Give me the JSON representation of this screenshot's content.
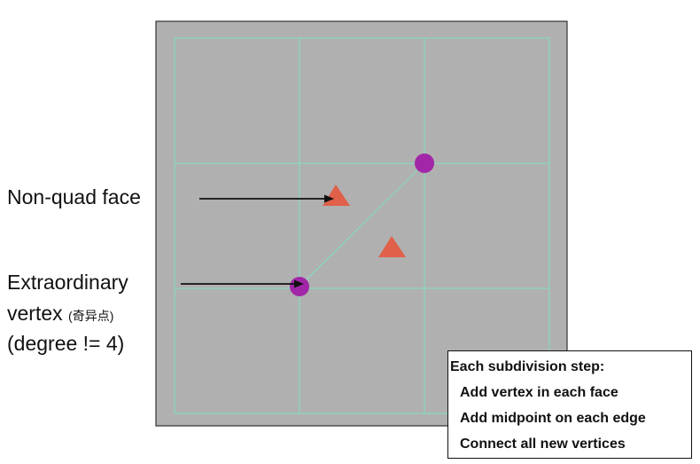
{
  "labels": {
    "non_quad_face": "Non-quad face",
    "extraordinary_line1": "Extraordinary",
    "extraordinary_line2": "vertex ",
    "extraordinary_chinese": "(奇异点)",
    "extraordinary_line3": "(degree != 4)"
  },
  "info_box": {
    "title": "Each subdivision step:",
    "steps": [
      "Add vertex in each face",
      "Add midpoint on each edge",
      "Connect all new vertices"
    ]
  },
  "colors": {
    "mesh_fill": "#b0b0b0",
    "mesh_border": "#333333",
    "grid_line": "#7fe0c4",
    "extraordinary_vertex": "#a226a8",
    "face_marker": "#e0604a",
    "arrow": "#111111"
  }
}
